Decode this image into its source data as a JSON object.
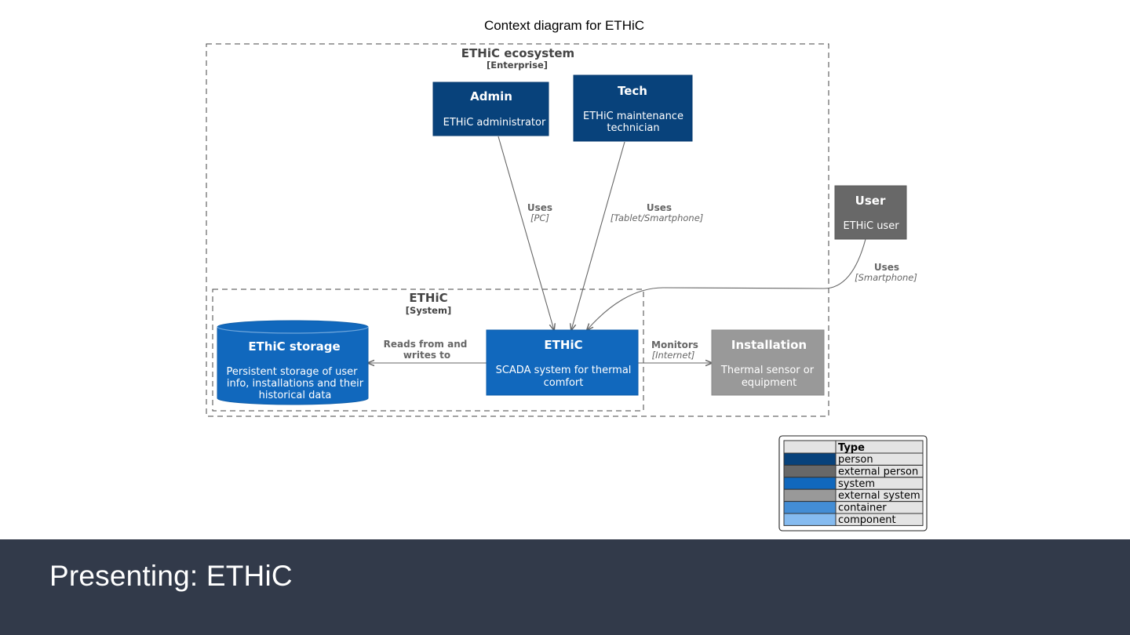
{
  "diagram": {
    "title": "Context diagram for ETHiC",
    "boundaries": {
      "ecosystem": {
        "name": "ETHiC ecosystem",
        "type": "[Enterprise]"
      },
      "system": {
        "name": "ETHiC",
        "type": "[System]"
      }
    },
    "nodes": {
      "admin": {
        "title": "Admin",
        "desc": [
          "ETHiC administrator"
        ],
        "color": "#08427b"
      },
      "tech": {
        "title": "Tech",
        "desc": [
          "ETHiC maintenance",
          "technician"
        ],
        "color": "#08427b"
      },
      "user": {
        "title": "User",
        "desc": [
          "ETHiC user"
        ],
        "color": "#686868"
      },
      "storage": {
        "title": "EThiC storage",
        "desc": [
          "Persistent storage of user",
          "info, installations and their",
          "historical data"
        ],
        "color": "#1168bd"
      },
      "ethic": {
        "title": "ETHiC",
        "desc": [
          "SCADA system for thermal",
          "comfort"
        ],
        "color": "#1168bd"
      },
      "installation": {
        "title": "Installation",
        "desc": [
          "Thermal sensor or",
          "equipment"
        ],
        "color": "#999999"
      }
    },
    "relations": {
      "admin_uses": {
        "label": "Uses",
        "tech": "[PC]"
      },
      "tech_uses": {
        "label": "Uses",
        "tech": "[Tablet/Smartphone]"
      },
      "user_uses": {
        "label": "Uses",
        "tech": "[Smartphone]"
      },
      "reads": {
        "label": [
          "Reads from and",
          "writes to"
        ]
      },
      "monitors": {
        "label": "Monitors",
        "tech": "[Internet]"
      }
    },
    "legend": {
      "header": "Type",
      "items": [
        {
          "label": "person",
          "color": "#08427b"
        },
        {
          "label": "external person",
          "color": "#686868"
        },
        {
          "label": "system",
          "color": "#1168bd"
        },
        {
          "label": "external system",
          "color": "#999999"
        },
        {
          "label": "container",
          "color": "#438dd5"
        },
        {
          "label": "component",
          "color": "#85bbf0"
        }
      ]
    }
  },
  "footer": {
    "text": "Presenting: ETHiC"
  }
}
